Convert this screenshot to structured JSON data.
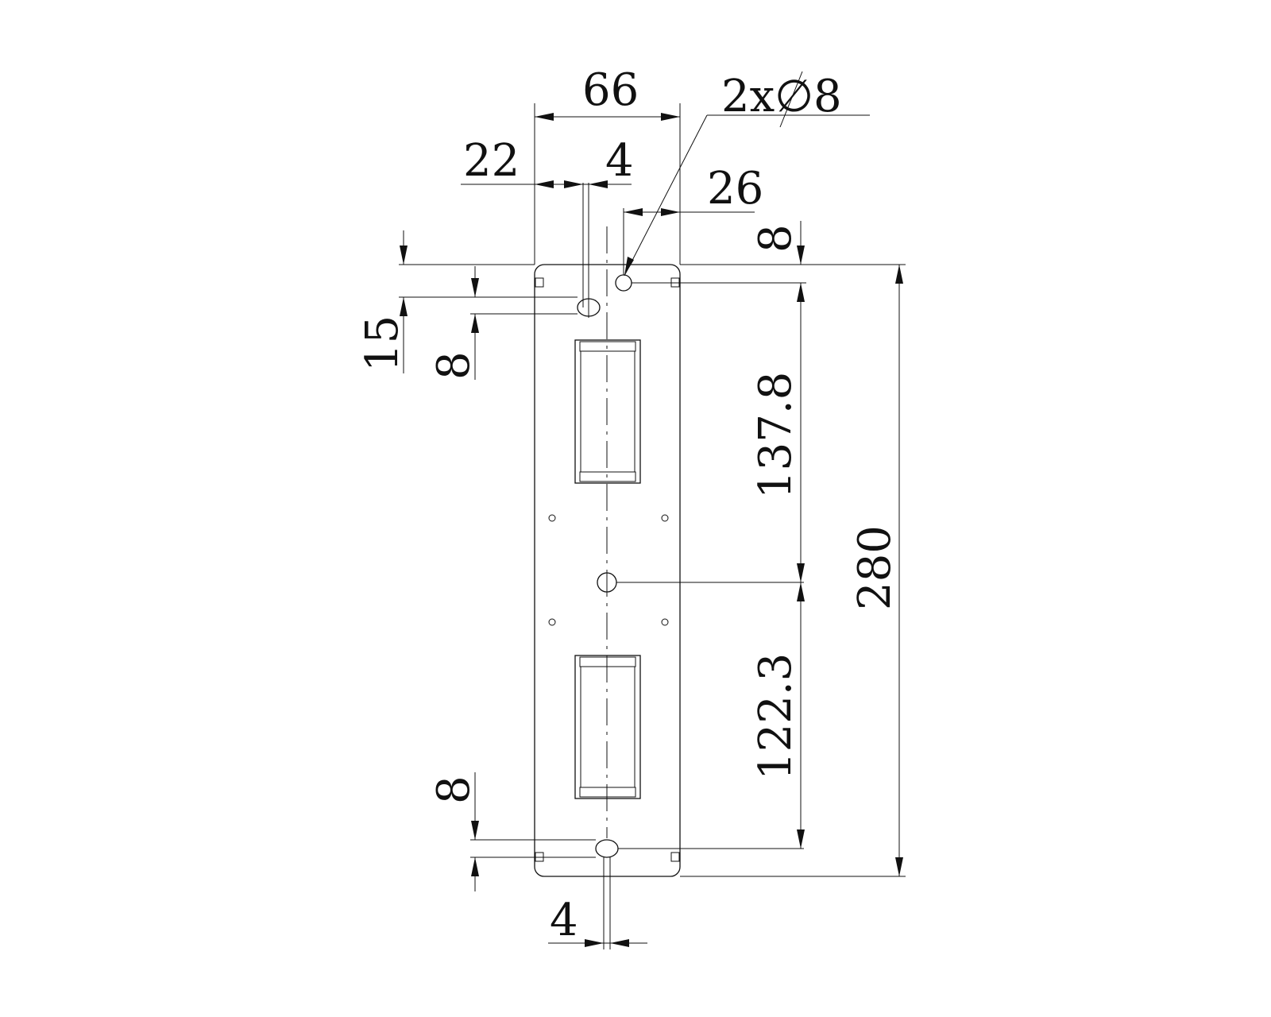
{
  "drawing": {
    "dimensions": {
      "overall_width": "66",
      "hole_callout": "2x∅8",
      "left_offset": "22",
      "slot_width_top": "4",
      "hole_offset_right": "26",
      "top_hole_offset": "8",
      "left_top_15": "15",
      "left_top_8": "8",
      "upper_span": "137.8",
      "lower_span": "122.3",
      "overall_height": "280",
      "bottom_left_8": "8",
      "slot_width_bottom": "4"
    }
  }
}
